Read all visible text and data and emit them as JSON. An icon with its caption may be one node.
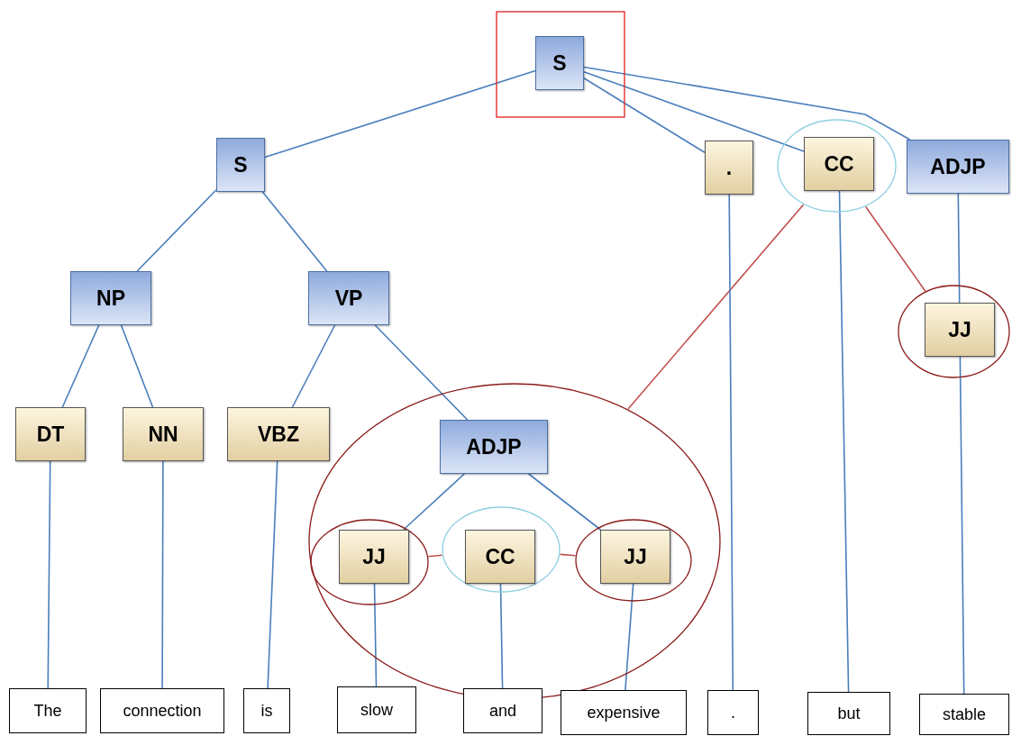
{
  "diagram": {
    "nodes": [
      {
        "text": [],
        "shape": "box"
      },
      {
        "text": [
          "S"
        ],
        "in": 0
      },
      {
        "text": [
          "S"
        ]
      },
      {
        "text": [
          "."
        ]
      },
      {
        "text": [],
        "shape": "circle"
      },
      {
        "text": [
          "CC"
        ],
        "in": 4
      },
      {
        "text": [
          "ADJP"
        ]
      },
      {
        "text": [
          "NP"
        ]
      },
      {
        "text": [
          "VP"
        ]
      },
      {
        "text": [],
        "shape": "circle"
      },
      {
        "text": [
          "JJ"
        ],
        "in": 9
      },
      {
        "text": [
          "DT"
        ]
      },
      {
        "text": [
          "NN"
        ]
      },
      {
        "text": [
          "VBZ"
        ]
      },
      {
        "text": [],
        "shape": "circle"
      },
      {
        "text": [
          "ADJP"
        ],
        "in": 14
      },
      {
        "text": [],
        "shape": "circle",
        "in": 14
      },
      {
        "text": [
          "JJ"
        ],
        "in": 16
      },
      {
        "text": [],
        "shape": "circle",
        "in": 14
      },
      {
        "text": [
          "CC"
        ],
        "in": 18
      },
      {
        "text": [],
        "shape": "circle",
        "in": 14
      },
      {
        "text": [
          "JJ"
        ],
        "in": 20
      },
      {
        "text": [
          "The"
        ]
      },
      {
        "text": [
          "connection"
        ]
      },
      {
        "text": [
          "is"
        ]
      },
      {
        "text": [
          "slow"
        ]
      },
      {
        "text": [
          "and"
        ]
      },
      {
        "text": [
          "expensive"
        ]
      },
      {
        "text": [
          "."
        ]
      },
      {
        "text": [
          "but"
        ]
      },
      {
        "text": [
          "stable"
        ]
      }
    ],
    "edges": [
      {
        "from": 1,
        "to": 2,
        "arrow": "none"
      },
      {
        "from": 1,
        "to": 3,
        "arrow": "none"
      },
      {
        "from": 1,
        "to": 5,
        "arrow": "none"
      },
      {
        "from": 1,
        "to": 6,
        "arrow": "none"
      },
      {
        "from": 2,
        "to": 7,
        "arrow": "none"
      },
      {
        "from": 2,
        "to": 8,
        "arrow": "none"
      },
      {
        "from": 4,
        "to": 14,
        "arrow": "none",
        "color": "#c0504d"
      },
      {
        "from": 4,
        "to": 9,
        "arrow": "none",
        "color": "#c0504d"
      },
      {
        "from": 6,
        "to": 10,
        "arrow": "none"
      },
      {
        "from": 7,
        "to": 11,
        "arrow": "none"
      },
      {
        "from": 7,
        "to": 12,
        "arrow": "none"
      },
      {
        "from": 8,
        "to": 13,
        "arrow": "none"
      },
      {
        "from": 8,
        "to": 15,
        "arrow": "none"
      },
      {
        "from": 15,
        "to": 17,
        "arrow": "none"
      },
      {
        "from": 15,
        "to": 21,
        "arrow": "none"
      },
      {
        "from": 16,
        "to": 18,
        "arrow": "none",
        "color": "#c0504d"
      },
      {
        "from": 18,
        "to": 20,
        "arrow": "none",
        "color": "#c0504d"
      },
      {
        "from": 11,
        "to": 22,
        "arrow": "none"
      },
      {
        "from": 12,
        "to": 23,
        "arrow": "none"
      },
      {
        "from": 13,
        "to": 24,
        "arrow": "none"
      },
      {
        "from": 17,
        "to": 25,
        "arrow": "none"
      },
      {
        "from": 19,
        "to": 26,
        "arrow": "none"
      },
      {
        "from": 21,
        "to": 27,
        "arrow": "none"
      },
      {
        "from": 3,
        "to": 28,
        "arrow": "none"
      },
      {
        "from": 5,
        "to": 29,
        "arrow": "none"
      },
      {
        "from": 10,
        "to": 30,
        "arrow": "none"
      }
    ]
  }
}
